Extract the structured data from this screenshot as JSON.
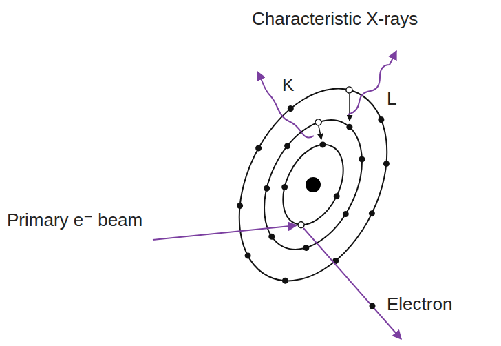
{
  "diagram": {
    "labels": [
      "Characteristic X-rays",
      "K",
      "L",
      "Primary e⁻ beam",
      "Electron"
    ]
  }
}
